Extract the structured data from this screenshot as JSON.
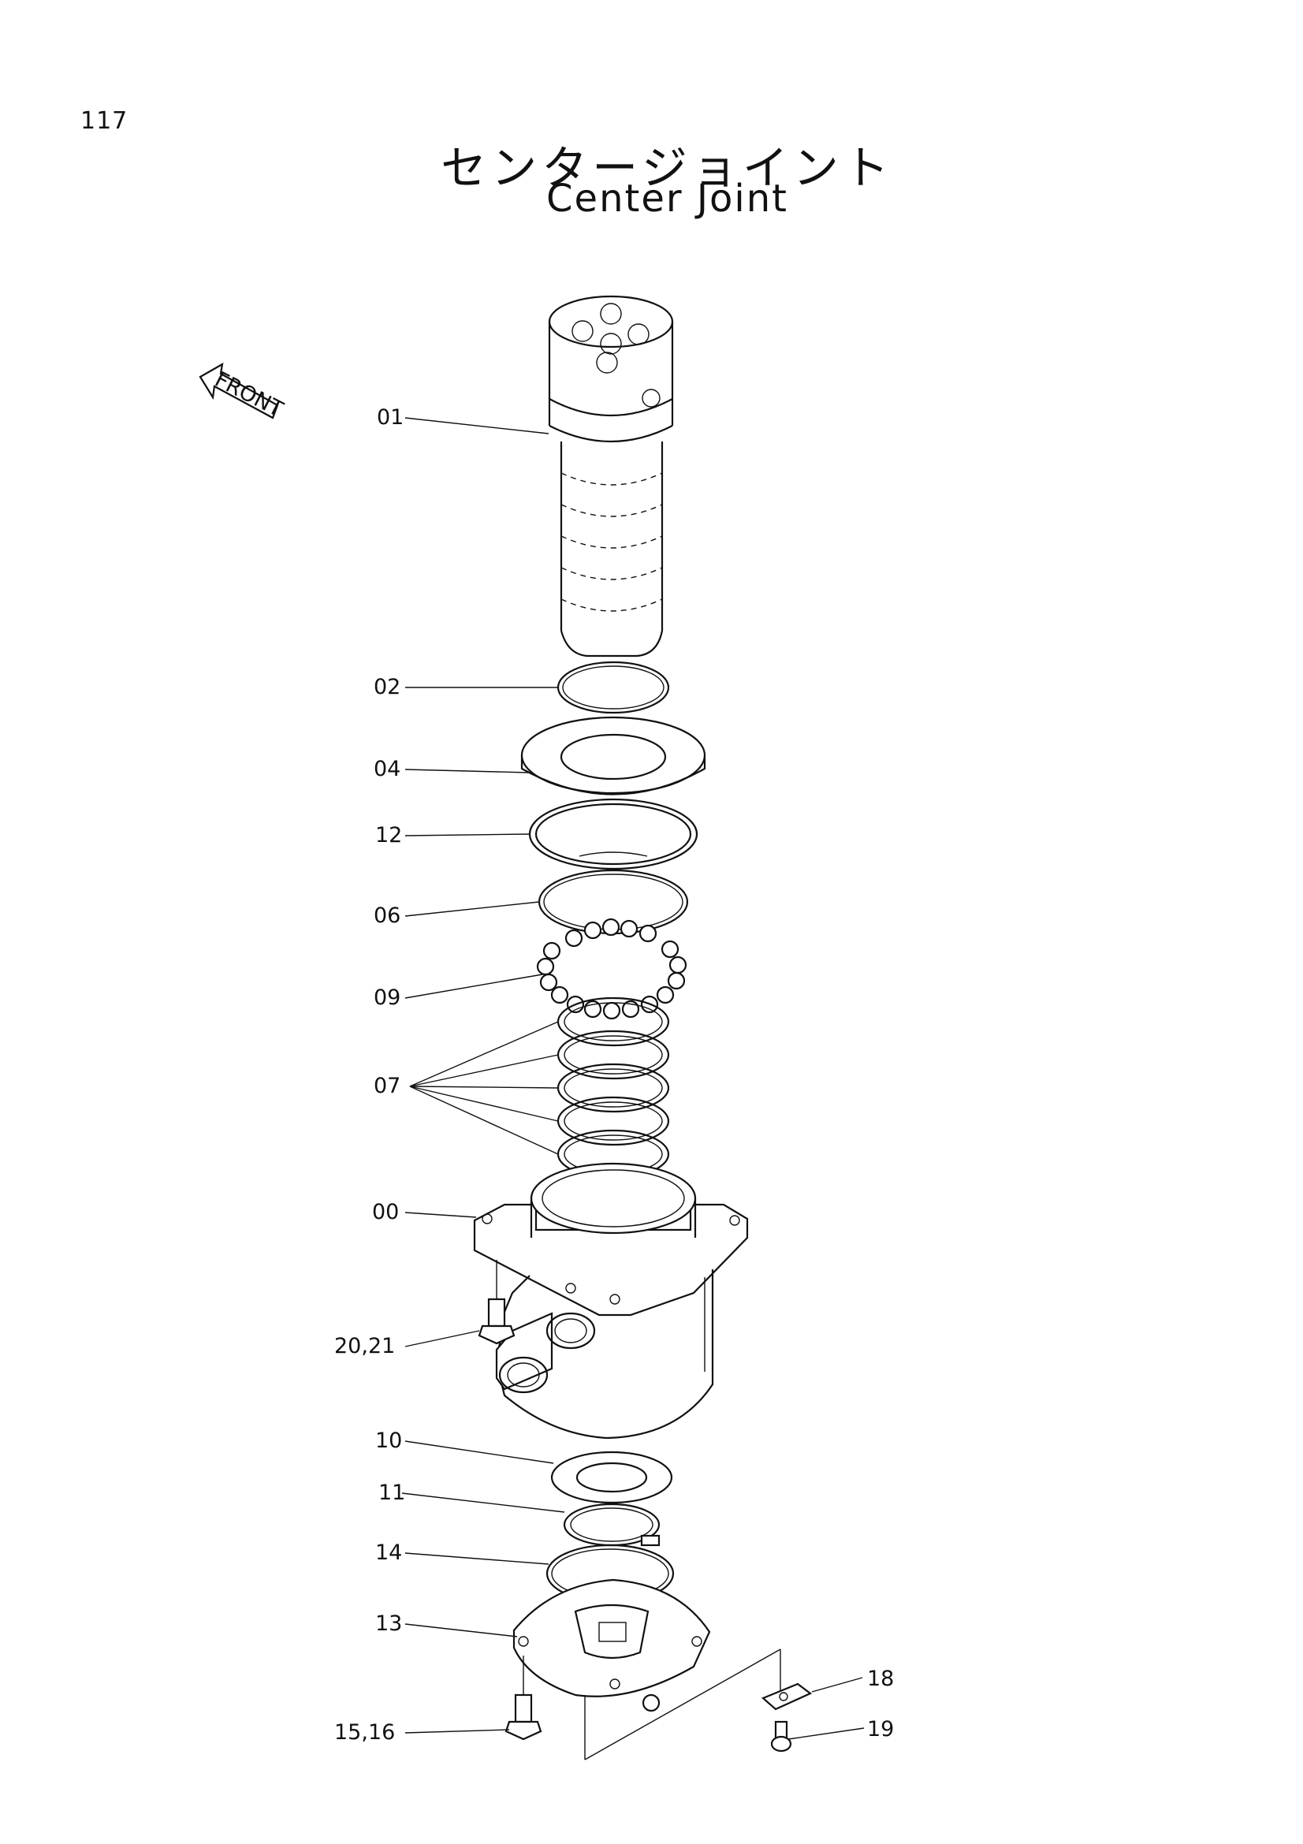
{
  "page": {
    "number": "117",
    "title_jp": "センタージョイント",
    "title_en": "Center Joint"
  },
  "front_arrow": {
    "label": "FRONT",
    "icon": "front-direction-arrow-icon"
  },
  "callouts": {
    "c01": "01",
    "c02": "02",
    "c04": "04",
    "c12": "12",
    "c06": "06",
    "c09": "09",
    "c07": "07",
    "c00": "00",
    "c2021": "20,21",
    "c10": "10",
    "c11": "11",
    "c14": "14",
    "c13": "13",
    "c1516": "15,16",
    "c18": "18",
    "c19": "19"
  }
}
